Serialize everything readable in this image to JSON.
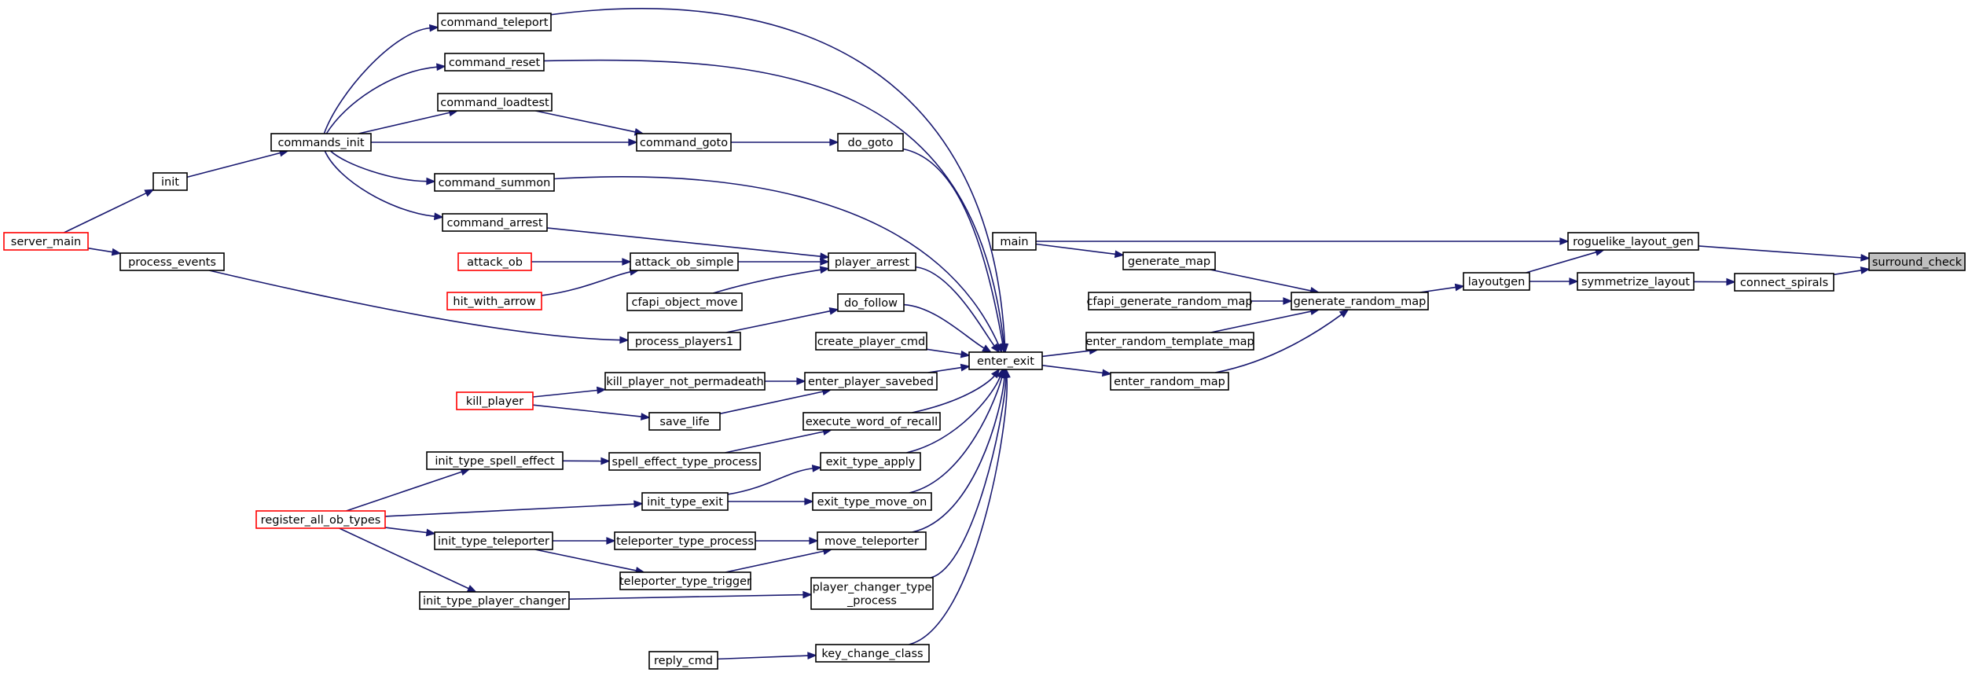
{
  "graph": {
    "type": "call-graph",
    "highlight_color": "#bfbfbf",
    "edge_color": "#191970",
    "truncated_border_color": "#ff0000",
    "nodes": {
      "surround_check": {
        "label": "surround_check",
        "style": "highlight"
      },
      "roguelike_layout_gen": {
        "label": "roguelike_layout_gen"
      },
      "connect_spirals": {
        "label": "connect_spirals"
      },
      "main": {
        "label": "main"
      },
      "layoutgen": {
        "label": "layoutgen"
      },
      "symmetrize_layout": {
        "label": "symmetrize_layout"
      },
      "generate_random_map": {
        "label": "generate_random_map"
      },
      "generate_map": {
        "label": "generate_map"
      },
      "cfapi_generate_random_map": {
        "label": "cfapi_generate_random_map"
      },
      "enter_random_template_map": {
        "label": "enter_random_template_map"
      },
      "enter_random_map": {
        "label": "enter_random_map"
      },
      "enter_exit": {
        "label": "enter_exit"
      },
      "command_teleport": {
        "label": "command_teleport"
      },
      "command_reset": {
        "label": "command_reset"
      },
      "command_loadtest": {
        "label": "command_loadtest"
      },
      "command_goto": {
        "label": "command_goto"
      },
      "do_goto": {
        "label": "do_goto"
      },
      "commands_init": {
        "label": "commands_init"
      },
      "command_summon": {
        "label": "command_summon"
      },
      "command_arrest": {
        "label": "command_arrest"
      },
      "init": {
        "label": "init"
      },
      "server_main": {
        "label": "server_main",
        "style": "truncated"
      },
      "process_events": {
        "label": "process_events"
      },
      "attack_ob": {
        "label": "attack_ob",
        "style": "truncated"
      },
      "attack_ob_simple": {
        "label": "attack_ob_simple"
      },
      "player_arrest": {
        "label": "player_arrest"
      },
      "hit_with_arrow": {
        "label": "hit_with_arrow",
        "style": "truncated"
      },
      "cfapi_object_move": {
        "label": "cfapi_object_move"
      },
      "do_follow": {
        "label": "do_follow"
      },
      "process_players1": {
        "label": "process_players1"
      },
      "create_player_cmd": {
        "label": "create_player_cmd"
      },
      "kill_player_not_permadeath": {
        "label": "kill_player_not_permadeath"
      },
      "enter_player_savebed": {
        "label": "enter_player_savebed"
      },
      "kill_player": {
        "label": "kill_player",
        "style": "truncated"
      },
      "save_life": {
        "label": "save_life"
      },
      "execute_word_of_recall": {
        "label": "execute_word_of_recall"
      },
      "init_type_spell_effect": {
        "label": "init_type_spell_effect"
      },
      "spell_effect_type_process": {
        "label": "spell_effect_type_process"
      },
      "exit_type_apply": {
        "label": "exit_type_apply"
      },
      "register_all_ob_types": {
        "label": "register_all_ob_types",
        "style": "truncated"
      },
      "init_type_exit": {
        "label": "init_type_exit"
      },
      "exit_type_move_on": {
        "label": "exit_type_move_on"
      },
      "init_type_teleporter": {
        "label": "init_type_teleporter"
      },
      "teleporter_type_process": {
        "label": "teleporter_type_process"
      },
      "move_teleporter": {
        "label": "move_teleporter"
      },
      "teleporter_type_trigger": {
        "label": "teleporter_type_trigger"
      },
      "init_type_player_changer": {
        "label": "init_type_player_changer"
      },
      "player_changer_type_process": {
        "label": "player_changer_type\n_process"
      },
      "reply_cmd": {
        "label": "reply_cmd"
      },
      "key_change_class": {
        "label": "key_change_class"
      }
    },
    "edges": [
      [
        "roguelike_layout_gen",
        "surround_check"
      ],
      [
        "connect_spirals",
        "surround_check"
      ],
      [
        "main",
        "roguelike_layout_gen"
      ],
      [
        "layoutgen",
        "roguelike_layout_gen"
      ],
      [
        "symmetrize_layout",
        "connect_spirals"
      ],
      [
        "layoutgen",
        "symmetrize_layout"
      ],
      [
        "generate_random_map",
        "layoutgen"
      ],
      [
        "generate_map",
        "generate_random_map"
      ],
      [
        "cfapi_generate_random_map",
        "generate_random_map"
      ],
      [
        "enter_random_template_map",
        "generate_random_map"
      ],
      [
        "enter_random_map",
        "generate_random_map"
      ],
      [
        "main",
        "generate_map"
      ],
      [
        "enter_exit",
        "enter_random_template_map"
      ],
      [
        "enter_exit",
        "enter_random_map"
      ],
      [
        "command_teleport",
        "enter_exit"
      ],
      [
        "command_reset",
        "enter_exit"
      ],
      [
        "do_goto",
        "enter_exit"
      ],
      [
        "command_summon",
        "enter_exit"
      ],
      [
        "player_arrest",
        "enter_exit"
      ],
      [
        "do_follow",
        "enter_exit"
      ],
      [
        "create_player_cmd",
        "enter_exit"
      ],
      [
        "enter_player_savebed",
        "enter_exit"
      ],
      [
        "execute_word_of_recall",
        "enter_exit"
      ],
      [
        "exit_type_apply",
        "enter_exit"
      ],
      [
        "exit_type_move_on",
        "enter_exit"
      ],
      [
        "move_teleporter",
        "enter_exit"
      ],
      [
        "player_changer_type_process",
        "enter_exit"
      ],
      [
        "key_change_class",
        "enter_exit"
      ],
      [
        "commands_init",
        "command_teleport"
      ],
      [
        "commands_init",
        "command_reset"
      ],
      [
        "commands_init",
        "command_loadtest"
      ],
      [
        "commands_init",
        "command_goto"
      ],
      [
        "commands_init",
        "command_summon"
      ],
      [
        "commands_init",
        "command_arrest"
      ],
      [
        "command_loadtest",
        "command_goto"
      ],
      [
        "command_goto",
        "do_goto"
      ],
      [
        "init",
        "commands_init"
      ],
      [
        "server_main",
        "init"
      ],
      [
        "server_main",
        "process_events"
      ],
      [
        "process_events",
        "process_players1"
      ],
      [
        "process_players1",
        "do_follow"
      ],
      [
        "command_arrest",
        "player_arrest"
      ],
      [
        "attack_ob_simple",
        "player_arrest"
      ],
      [
        "cfapi_object_move",
        "player_arrest"
      ],
      [
        "attack_ob",
        "attack_ob_simple"
      ],
      [
        "hit_with_arrow",
        "attack_ob_simple"
      ],
      [
        "kill_player_not_permadeath",
        "enter_player_savebed"
      ],
      [
        "save_life",
        "enter_player_savebed"
      ],
      [
        "kill_player",
        "kill_player_not_permadeath"
      ],
      [
        "kill_player",
        "save_life"
      ],
      [
        "spell_effect_type_process",
        "execute_word_of_recall"
      ],
      [
        "init_type_spell_effect",
        "spell_effect_type_process"
      ],
      [
        "register_all_ob_types",
        "init_type_spell_effect"
      ],
      [
        "init_type_exit",
        "exit_type_apply"
      ],
      [
        "init_type_exit",
        "exit_type_move_on"
      ],
      [
        "register_all_ob_types",
        "init_type_exit"
      ],
      [
        "register_all_ob_types",
        "init_type_teleporter"
      ],
      [
        "register_all_ob_types",
        "init_type_player_changer"
      ],
      [
        "init_type_teleporter",
        "teleporter_type_process"
      ],
      [
        "init_type_teleporter",
        "teleporter_type_trigger"
      ],
      [
        "teleporter_type_process",
        "move_teleporter"
      ],
      [
        "teleporter_type_trigger",
        "move_teleporter"
      ],
      [
        "init_type_player_changer",
        "player_changer_type_process"
      ],
      [
        "reply_cmd",
        "key_change_class"
      ]
    ]
  }
}
